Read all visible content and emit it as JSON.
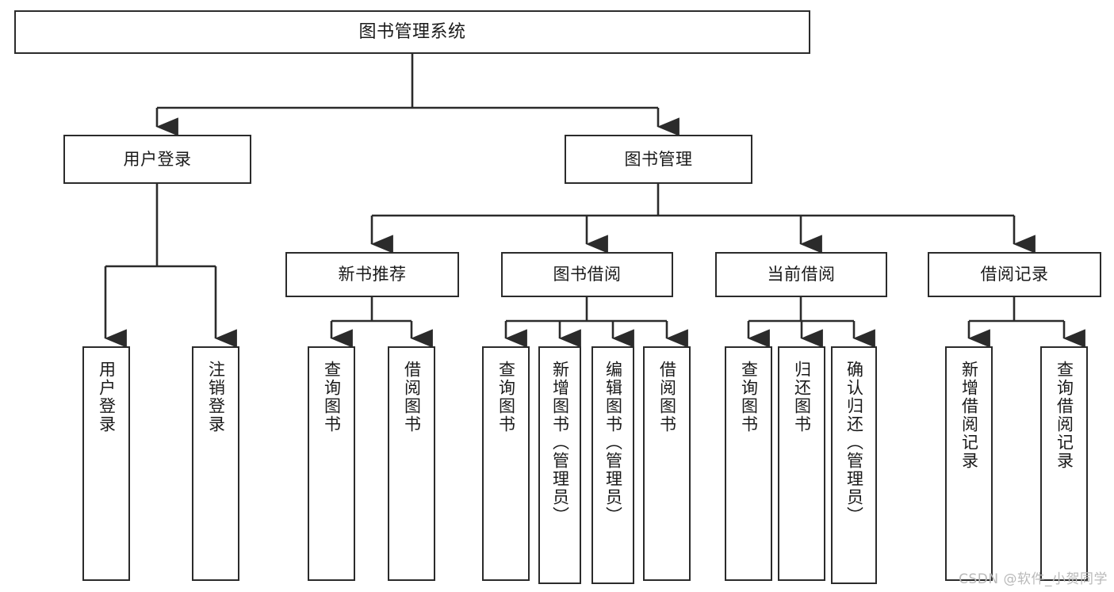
{
  "diagram": {
    "title": "图书管理系统",
    "type": "function-structure-tree",
    "colors": {
      "stroke": "#2b2b2b",
      "fill": "#ffffff",
      "text": "#1a1a1a",
      "watermark": "#b9b9b9"
    },
    "root": {
      "label": "图书管理系统"
    },
    "level1": [
      {
        "label": "用户登录"
      },
      {
        "label": "图书管理"
      }
    ],
    "level2": [
      {
        "label": "新书推荐"
      },
      {
        "label": "图书借阅"
      },
      {
        "label": "当前借阅"
      },
      {
        "label": "借阅记录"
      }
    ],
    "leaves": {
      "user_login": [
        {
          "label": "用户登录"
        },
        {
          "label": "注销登录"
        }
      ],
      "new_book_recommend": [
        {
          "label": "查询图书"
        },
        {
          "label": "借阅图书"
        }
      ],
      "book_borrow": [
        {
          "label": "查询图书"
        },
        {
          "label": "新增图书（管理员）"
        },
        {
          "label": "编辑图书（管理员）"
        },
        {
          "label": "借阅图书"
        }
      ],
      "current_borrow": [
        {
          "label": "查询图书"
        },
        {
          "label": "归还图书"
        },
        {
          "label": "确认归还（管理员）"
        }
      ],
      "borrow_record": [
        {
          "label": "新增借阅记录"
        },
        {
          "label": "查询借阅记录"
        }
      ]
    },
    "watermark": "CSDN @软件_小贺同学"
  }
}
